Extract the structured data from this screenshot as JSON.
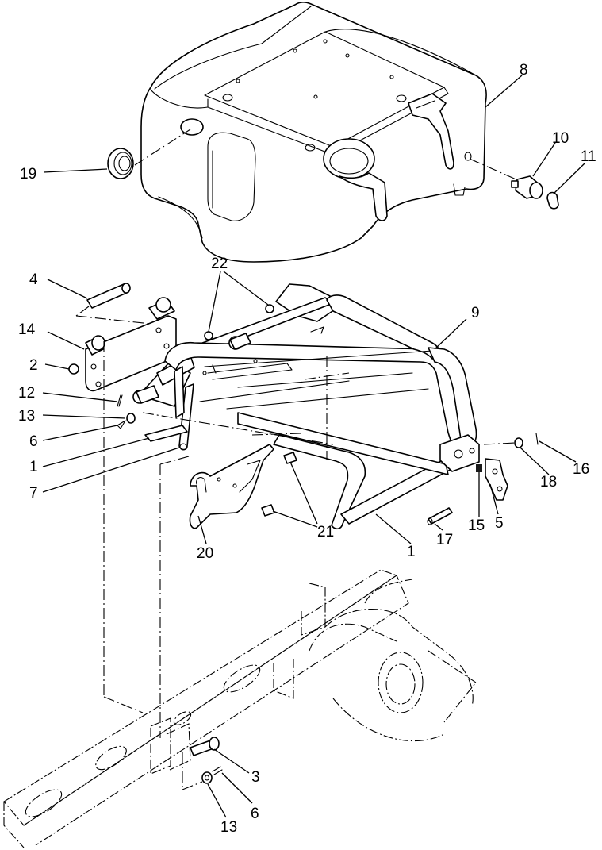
{
  "diagram": {
    "type": "exploded-parts-view",
    "callouts": [
      {
        "id": "c8",
        "label": "8"
      },
      {
        "id": "c10",
        "label": "10"
      },
      {
        "id": "c11",
        "label": "11"
      },
      {
        "id": "c19",
        "label": "19"
      },
      {
        "id": "c4",
        "label": "4"
      },
      {
        "id": "c22",
        "label": "22"
      },
      {
        "id": "c9",
        "label": "9"
      },
      {
        "id": "c14",
        "label": "14"
      },
      {
        "id": "c2",
        "label": "2"
      },
      {
        "id": "c12",
        "label": "12"
      },
      {
        "id": "c13a",
        "label": "13"
      },
      {
        "id": "c6a",
        "label": "6"
      },
      {
        "id": "c1a",
        "label": "1"
      },
      {
        "id": "c7",
        "label": "7"
      },
      {
        "id": "c16",
        "label": "16"
      },
      {
        "id": "c18",
        "label": "18"
      },
      {
        "id": "c5",
        "label": "5"
      },
      {
        "id": "c15",
        "label": "15"
      },
      {
        "id": "c17",
        "label": "17"
      },
      {
        "id": "c1b",
        "label": "1"
      },
      {
        "id": "c21",
        "label": "21"
      },
      {
        "id": "c20",
        "label": "20"
      },
      {
        "id": "c3",
        "label": "3"
      },
      {
        "id": "c6b",
        "label": "6"
      },
      {
        "id": "c13b",
        "label": "13"
      }
    ]
  }
}
